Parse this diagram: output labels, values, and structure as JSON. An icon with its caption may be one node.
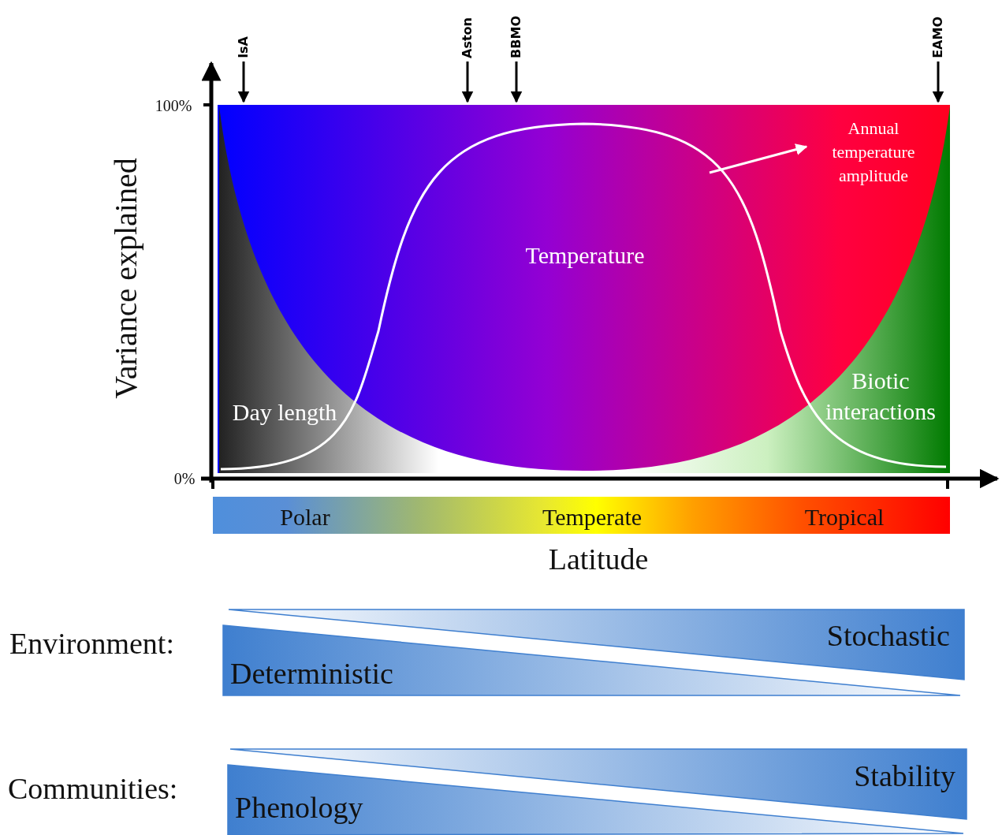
{
  "diagram": {
    "nodes": [
      {
        "text": [],
        "shape": "picture"
      },
      {
        "text": [
          "IsA"
        ]
      },
      {
        "text": [
          "Aston"
        ]
      },
      {
        "text": [
          "BBMO"
        ]
      },
      {
        "text": [
          "EAMO"
        ]
      },
      {
        "text": [
          "Annual temperature amplitude"
        ],
        "in": 0
      }
    ],
    "edges": [
      {
        "from": 1,
        "to": 0,
        "arrow": "to"
      },
      {
        "from": 2,
        "to": 0,
        "arrow": "to"
      },
      {
        "from": 3,
        "to": 0,
        "arrow": "to"
      },
      {
        "from": 4,
        "to": 0,
        "arrow": "to"
      },
      {
        "from": null,
        "to": 5,
        "arrow": "to",
        "color": "#ffffff"
      }
    ],
    "labels": [
      "100%",
      "0%",
      "Variance explained",
      "Temperature",
      "Day length",
      "Biotic interactions",
      "Polar",
      "Temperate",
      "Tropical",
      "Latitude",
      "Environment:",
      "Stochastic",
      "Deterministic",
      "Communities:",
      "Stability",
      "Phenology"
    ]
  }
}
